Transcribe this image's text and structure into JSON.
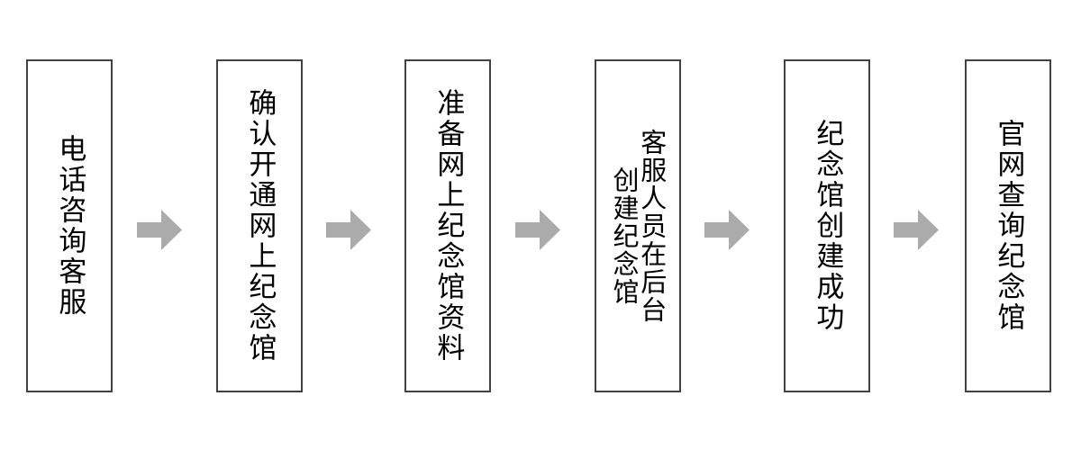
{
  "diagram": {
    "type": "horizontal-process-flow",
    "orientation": "left-to-right",
    "language": "zh-CN",
    "background_color": "#ffffff",
    "node_border_color": "#424242",
    "node_fill_color": "#ffffff",
    "node_text_color": "#000000",
    "arrow_color": "#ababab",
    "text_direction": "vertical-rl-upright",
    "step_count": 6,
    "arrow_count": 5,
    "nodes": [
      {
        "index": 1,
        "columns": [
          "电话咨询客服"
        ],
        "full_text": "电话咨询客服"
      },
      {
        "index": 2,
        "columns": [
          "确认开通网上纪念馆"
        ],
        "full_text": "确认开通网上纪念馆"
      },
      {
        "index": 3,
        "columns": [
          "准备网上纪念馆资料"
        ],
        "full_text": "准备网上纪念馆资料"
      },
      {
        "index": 4,
        "columns": [
          "客服人员在后台",
          "创建纪念馆"
        ],
        "full_text": "客服人员在后台创建纪念馆"
      },
      {
        "index": 5,
        "columns": [
          "纪念馆创建成功"
        ],
        "full_text": "纪念馆创建成功"
      },
      {
        "index": 6,
        "columns": [
          "官网查询纪念馆"
        ],
        "full_text": "官网查询纪念馆"
      }
    ],
    "arrows": [
      {
        "index": 1,
        "from": 1,
        "to": 2,
        "glyph": "right-arrow"
      },
      {
        "index": 2,
        "from": 2,
        "to": 3,
        "glyph": "right-arrow"
      },
      {
        "index": 3,
        "from": 3,
        "to": 4,
        "glyph": "right-arrow"
      },
      {
        "index": 4,
        "from": 4,
        "to": 5,
        "glyph": "right-arrow"
      },
      {
        "index": 5,
        "from": 5,
        "to": 6,
        "glyph": "right-arrow"
      }
    ]
  }
}
